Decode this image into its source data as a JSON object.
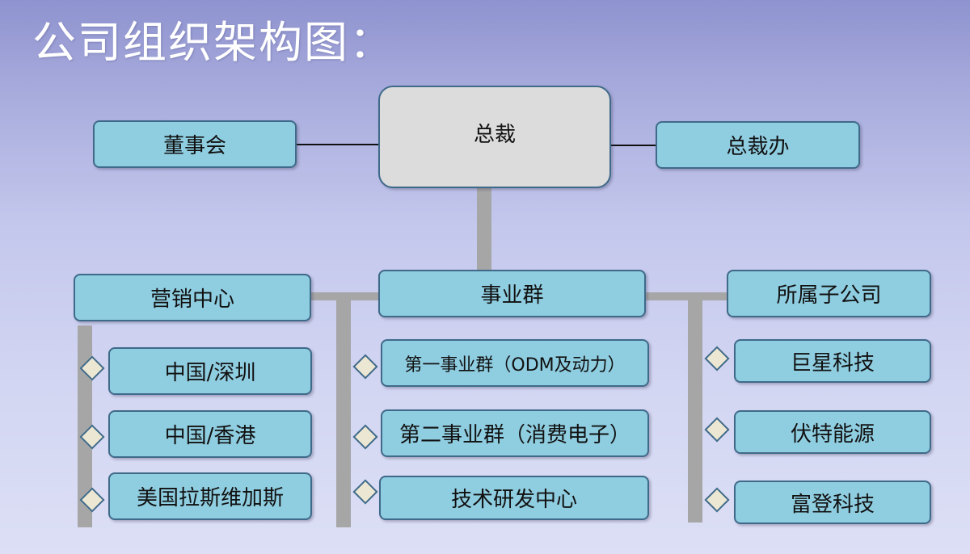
{
  "title": "公司组织架构图：",
  "top": {
    "ceo": "总裁",
    "board": "董事会",
    "ceo_office": "总裁办"
  },
  "level2": {
    "marketing": "营销中心",
    "business": "事业群",
    "subsidiaries": "所属子公司"
  },
  "marketing_items": [
    "中国/深圳",
    "中国/香港",
    "美国拉斯维加斯"
  ],
  "business_items": [
    "第一事业群（ODM及动力）",
    "第二事业群（消费电子）",
    "技术研发中心"
  ],
  "subsidiary_items": [
    "巨星科技",
    "伏特能源",
    "富登科技"
  ]
}
